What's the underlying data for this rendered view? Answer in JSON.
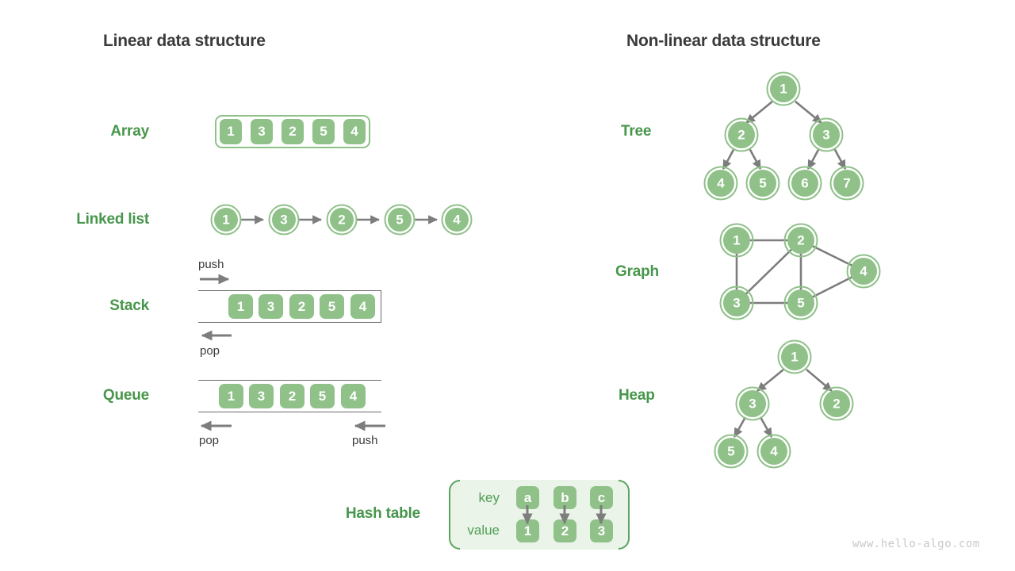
{
  "titles": {
    "linear": "Linear data structure",
    "nonlinear": "Non-linear data structure"
  },
  "labels": {
    "array": "Array",
    "linked_list": "Linked list",
    "stack": "Stack",
    "queue": "Queue",
    "hash_table": "Hash table",
    "tree": "Tree",
    "graph": "Graph",
    "heap": "Heap"
  },
  "array": {
    "values": [
      "1",
      "3",
      "2",
      "5",
      "4"
    ]
  },
  "linked_list": {
    "values": [
      "1",
      "3",
      "2",
      "5",
      "4"
    ]
  },
  "stack": {
    "values": [
      "1",
      "3",
      "2",
      "5",
      "4"
    ],
    "push_label": "push",
    "pop_label": "pop"
  },
  "queue": {
    "values": [
      "1",
      "3",
      "2",
      "5",
      "4"
    ],
    "pop_label": "pop",
    "push_label": "push"
  },
  "hash_table": {
    "key_label": "key",
    "value_label": "value",
    "keys": [
      "a",
      "b",
      "c"
    ],
    "values": [
      "1",
      "2",
      "3"
    ]
  },
  "tree": {
    "nodes": [
      "1",
      "2",
      "3",
      "4",
      "5",
      "6",
      "7"
    ]
  },
  "graph": {
    "nodes": [
      "1",
      "2",
      "3",
      "4",
      "5"
    ]
  },
  "heap": {
    "nodes": [
      "1",
      "3",
      "2",
      "5",
      "4"
    ]
  },
  "watermark": "www.hello-algo.com",
  "colors": {
    "node_fill": "#8fc189",
    "label_green": "#47964b",
    "title_gray": "#3b3b3b",
    "arrow_gray": "#7d7d7d",
    "panel_bg": "#eaf4e8"
  }
}
